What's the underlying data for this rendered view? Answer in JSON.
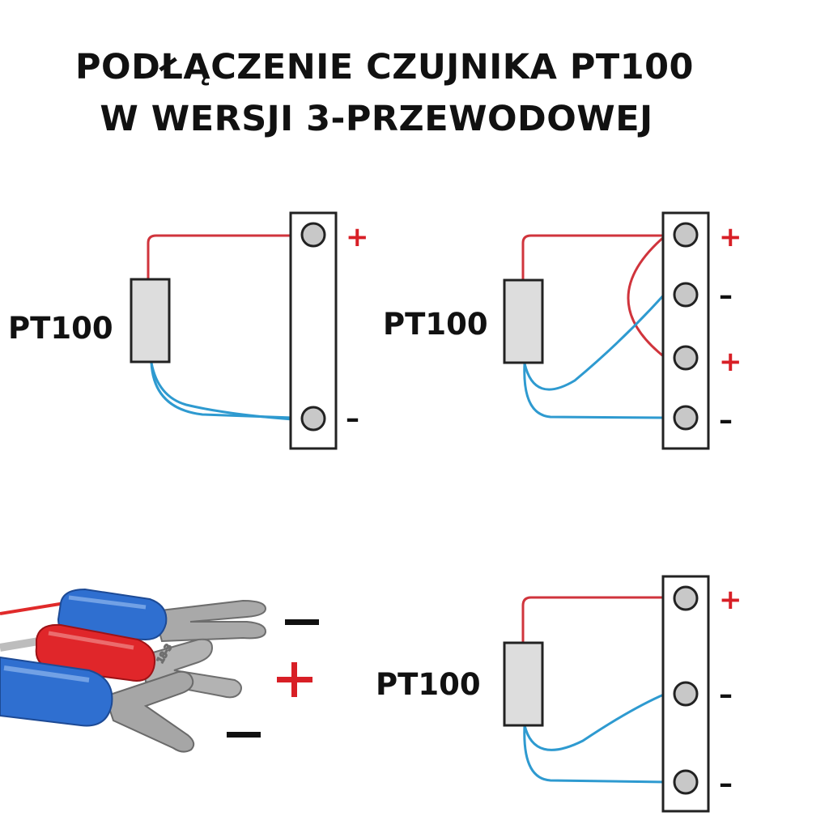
{
  "title": {
    "line1": "PODŁĄCZENIE CZUJNIKA PT100",
    "line2": "W WERSJI 3-PRZEWODOWEJ"
  },
  "sensor_label": "PT100",
  "polarity": {
    "plus": "+",
    "minus": "–"
  },
  "colors": {
    "red_wire": "#d0343c",
    "blue_wire": "#2e9ad0",
    "sensor_fill": "#dddddd",
    "outline": "#222222",
    "terminal_fill": "#c8c8c8",
    "plus_sign": "#d81f26",
    "minus_sign": "#111111"
  },
  "diagrams": [
    {
      "name": "two-terminal",
      "terminals": [
        "+",
        "–"
      ]
    },
    {
      "name": "four-terminal",
      "terminals": [
        "+",
        "–",
        "+",
        "–"
      ]
    },
    {
      "name": "three-terminal",
      "terminals": [
        "+",
        "–",
        "–"
      ]
    }
  ],
  "photo": {
    "description_signs": [
      "–",
      "+",
      "–"
    ],
    "lug_colors": [
      "#2f6fd0",
      "#e0262a",
      "#2f6fd0"
    ]
  }
}
